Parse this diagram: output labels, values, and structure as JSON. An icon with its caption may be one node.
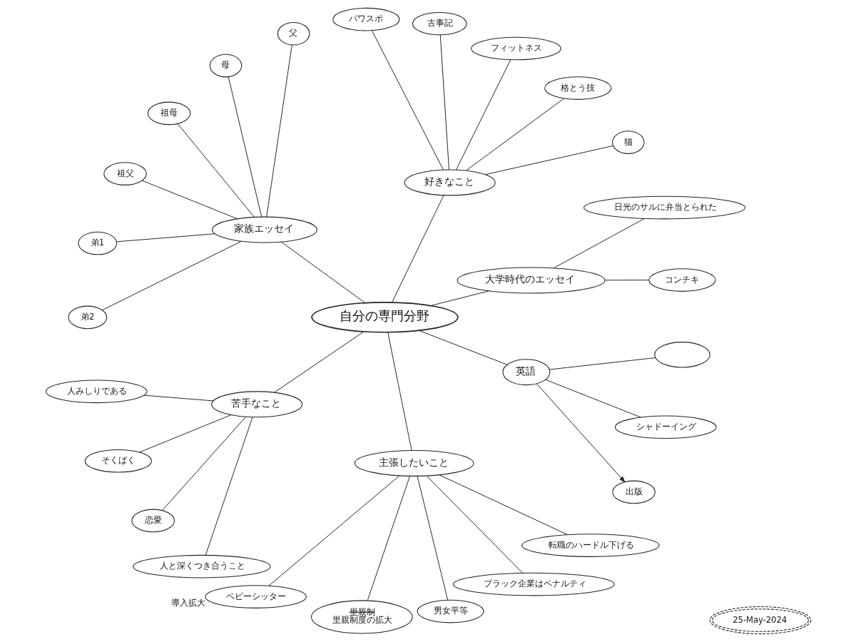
{
  "diagram": {
    "nodes": [
      {
        "text": [
          "25-May-2024"
        ]
      },
      {
        "text": [
          "コンチキ"
        ]
      },
      {
        "text": [
          "日光のサルに弁当とられた"
        ]
      },
      {
        "text": [
          "大学時代のエッセイ"
        ]
      },
      {
        "text": [
          "猫"
        ]
      },
      {
        "text": [
          "好きなこと"
        ]
      },
      {
        "text": [
          "格とう技"
        ]
      },
      {
        "text": [
          "フィットネス"
        ]
      },
      {
        "text": [
          "父"
        ]
      },
      {
        "text": [
          "家族エッセイ"
        ]
      },
      {
        "text": [
          "母"
        ]
      },
      {
        "text": [
          "古事記"
        ]
      },
      {
        "text": [
          "自分の専門分野"
        ]
      },
      {
        "text": [
          "パワスポ"
        ]
      },
      {
        "text": [
          "祖母"
        ]
      },
      {
        "text": [
          "人みしりである"
        ]
      },
      {
        "text": [
          "苦手なこと"
        ]
      },
      {
        "text": [
          "そくばく"
        ]
      },
      {
        "text": [
          "祖父"
        ]
      },
      {
        "text": [
          "弟1"
        ]
      },
      {
        "text": [
          "主張したいこと"
        ]
      },
      {
        "text": [
          "弟2"
        ]
      },
      {
        "text": [
          "恋愛"
        ]
      },
      {
        "text": [
          "英語"
        ]
      },
      {
        "text": [
          "出版"
        ]
      },
      {
        "text": [
          "ベビーシッター"
        ],
        "beside": [
          "導入拡大"
        ]
      },
      {
        "text": [
          "里親制",
          "里親制度の拡大"
        ]
      },
      {
        "text": [
          "人と深くつき合うこと"
        ]
      },
      {
        "text": [
          "シャドーイング"
        ]
      },
      {
        "text": [
          "男女平等"
        ]
      },
      {
        "text": [],
        "shape": "ellipse"
      },
      {
        "text": [
          "ブラック企業はペナルティ"
        ]
      },
      {
        "text": [
          "転職のハードル下げる"
        ]
      }
    ],
    "edges": [
      {
        "from": 12,
        "to": 3,
        "arrow": "none"
      },
      {
        "from": 3,
        "to": 1,
        "arrow": "none"
      },
      {
        "from": 3,
        "to": 2,
        "arrow": "none"
      },
      {
        "from": 12,
        "to": 9,
        "arrow": "none"
      },
      {
        "from": 9,
        "to": 8,
        "arrow": "none"
      },
      {
        "from": 9,
        "to": 10,
        "arrow": "none"
      },
      {
        "from": 9,
        "to": 14,
        "arrow": "none"
      },
      {
        "from": 9,
        "to": 18,
        "arrow": "none"
      },
      {
        "from": 9,
        "to": 19,
        "arrow": "none"
      },
      {
        "from": 9,
        "to": 21,
        "arrow": "none"
      },
      {
        "from": 12,
        "to": 5,
        "arrow": "none"
      },
      {
        "from": 5,
        "to": 4,
        "arrow": "none"
      },
      {
        "from": 5,
        "to": 6,
        "arrow": "none"
      },
      {
        "from": 5,
        "to": 7,
        "arrow": "none"
      },
      {
        "from": 5,
        "to": 11,
        "arrow": "none"
      },
      {
        "from": 5,
        "to": 13,
        "arrow": "none"
      },
      {
        "from": 12,
        "to": 16,
        "arrow": "none"
      },
      {
        "from": 16,
        "to": 15,
        "arrow": "none"
      },
      {
        "from": 16,
        "to": 17,
        "arrow": "none"
      },
      {
        "from": 16,
        "to": 22,
        "arrow": "none"
      },
      {
        "from": 16,
        "to": 27,
        "arrow": "none"
      },
      {
        "from": 12,
        "to": 20,
        "arrow": "none"
      },
      {
        "from": 20,
        "to": 26,
        "arrow": "none"
      },
      {
        "from": 20,
        "to": 31,
        "arrow": "none"
      },
      {
        "from": 20,
        "to": 32,
        "arrow": "none"
      },
      {
        "from": 20,
        "to": 29,
        "arrow": "none"
      },
      {
        "from": 20,
        "to": 25,
        "arrow": "none"
      },
      {
        "from": 12,
        "to": 23,
        "arrow": "none"
      },
      {
        "from": 23,
        "to": 24,
        "arrow": "to"
      },
      {
        "from": 23,
        "to": 28,
        "arrow": "none"
      },
      {
        "from": 23,
        "to": 30,
        "arrow": "none"
      }
    ]
  }
}
